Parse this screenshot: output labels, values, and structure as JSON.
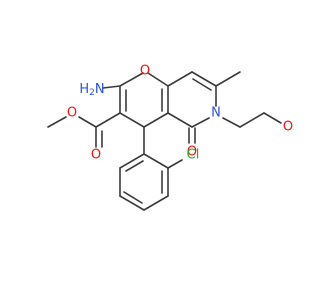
{
  "molecule": {
    "colors": {
      "bond": "#3a3a3a",
      "O": "#ff0d0d",
      "N": "#2b50f2",
      "Cl": "#1fb01f",
      "C": "#3a3a3a",
      "background": "#ffffff"
    },
    "labels": {
      "amino": "H2N",
      "pyran_o": "O",
      "ring_n": "N",
      "ketone_o": "O",
      "ester_o_single": "O",
      "ester_o_double": "O",
      "ether_o": "O",
      "chloro": "Cl"
    }
  }
}
